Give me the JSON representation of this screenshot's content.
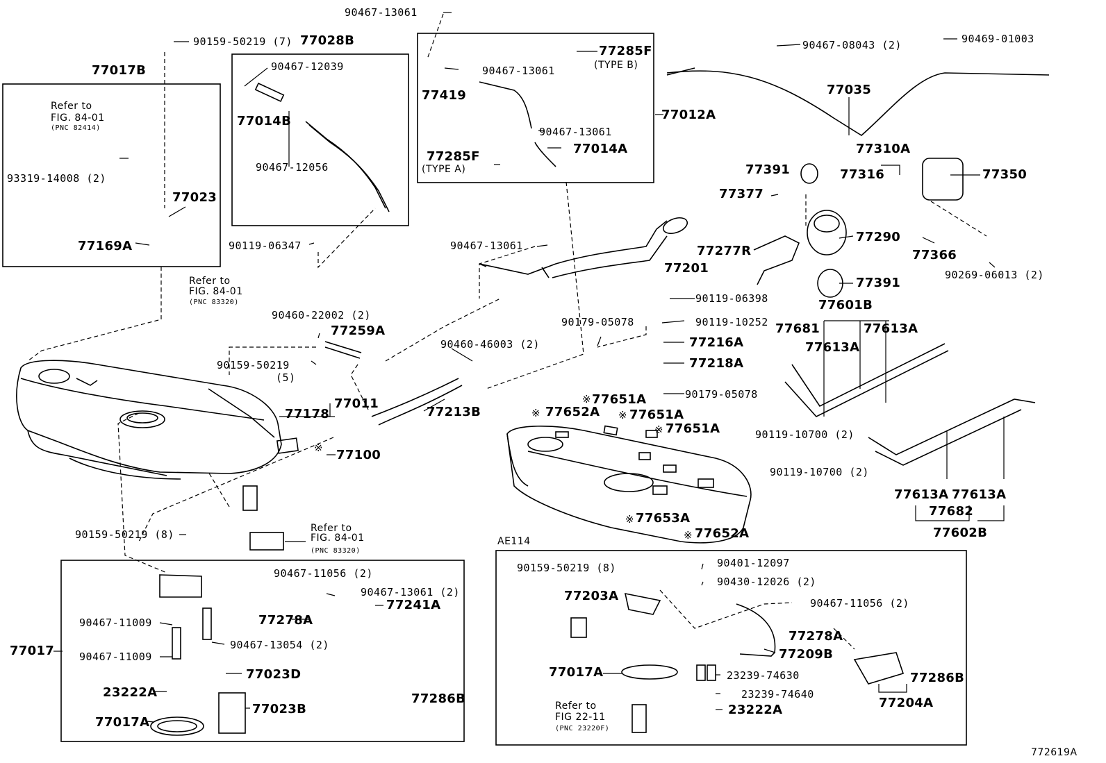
{
  "labels": {
    "p90467_13061_top": "90467-13061",
    "p90159_50219_7": "90159-50219 (7)",
    "p77028B": "77028B",
    "p77017B": "77017B",
    "p90467_12039": "90467-12039",
    "refer_to_1": "Refer to",
    "fig_84_01_1": "FIG. 84-01",
    "pnc_1": "(PNC 82414)",
    "p77014B": "77014B",
    "p90467_12056": "90467-12056",
    "p93319_14008": "93319-14008 (2)",
    "p77023": "77023",
    "p77169A": "77169A",
    "p90119_06347": "90119-06347",
    "refer_to_2": "Refer to",
    "fig_84_01_2": "FIG. 84-01",
    "pnc_2": "(PNC 83320)",
    "p90467_13061_b": "90467-13061",
    "p77419": "77419",
    "p77285F_b": "77285F",
    "type_b": "(TYPE B)",
    "p77012A": "77012A",
    "p90467_13061_c": "90467-13061",
    "p77285F_a": "77285F",
    "type_a": "(TYPE A)",
    "p77014A": "77014A",
    "p90467_08043": "90467-08043 (2)",
    "p90469_01003": "90469-01003",
    "p77035": "77035",
    "p77310A": "77310A",
    "p77391_top": "77391",
    "p77316": "77316",
    "p77350": "77350",
    "p77377": "77377",
    "p77290": "77290",
    "p77277R": "77277R",
    "p77366": "77366",
    "p90269_06013": "90269-06013 (2)",
    "p77391_bot": "77391",
    "p77601B": "77601B",
    "p90467_13061_d": "90467-13061",
    "p77201": "77201",
    "p90119_06398": "90119-06398",
    "p90179_05078_a": "90179-05078",
    "p90119_10252": "90119-10252",
    "p77216A": "77216A",
    "p77218A": "77218A",
    "p90179_05078_b": "90179-05078",
    "p90460_22002": "90460-22002 (2)",
    "p77259A": "77259A",
    "p90460_46003": "90460-46003 (2)",
    "p90159_50219": "90159-50219",
    "p5": "(5)",
    "p77011": "77011",
    "p77178": "77178",
    "p77213B": "77213B",
    "p77100": "77100",
    "p77652A_a": "77652A",
    "p77651A_a": "77651A",
    "p77651A_b": "77651A",
    "p77651A_c": "77651A",
    "p77653A": "77653A",
    "p77652A_b": "77652A",
    "p77681": "77681",
    "p77613A_a": "77613A",
    "p77613A_b": "77613A",
    "p90119_10700_a": "90119-10700 (2)",
    "p90119_10700_b": "90119-10700 (2)",
    "p77613A_c": "77613A",
    "p77613A_d": "77613A",
    "p77682": "77682",
    "p77602B": "77602B",
    "p90159_50219_8": "90159-50219 (8)",
    "refer_to_3": "Refer to",
    "fig_84_01_3": "FIG. 84-01",
    "pnc_3": "(PNC 83320)",
    "p90467_11056": "90467-11056 (2)",
    "p90467_13061_2": "90467-13061 (2)",
    "p77278A": "77278A",
    "p77241A": "77241A",
    "p90467_11009_a": "90467-11009",
    "p90467_13054": "90467-13054 (2)",
    "p77017": "77017",
    "p90467_11009_b": "90467-11009",
    "p77023D": "77023D",
    "p23222A": "23222A",
    "p77286B": "77286B",
    "p77023B": "77023B",
    "p77017A": "77017A",
    "ae114": "AE114",
    "r90159_50219_8": "90159-50219 (8)",
    "r90401_12097": "90401-12097",
    "r90430_12026": "90430-12026 (2)",
    "r77203A": "77203A",
    "r90467_11056": "90467-11056 (2)",
    "r77278A": "77278A",
    "r77209B": "77209B",
    "r77017A": "77017A",
    "r23239_74630": "23239-74630",
    "r23239_74640": "23239-74640",
    "r77286B": "77286B",
    "r77204A": "77204A",
    "refer_to_4": "Refer to",
    "fig_22_11": "FIG 22-11",
    "pnc_4": "(PNC 23220F)",
    "r23222A": "23222A",
    "fig_id": "772619A",
    "star": "※"
  }
}
